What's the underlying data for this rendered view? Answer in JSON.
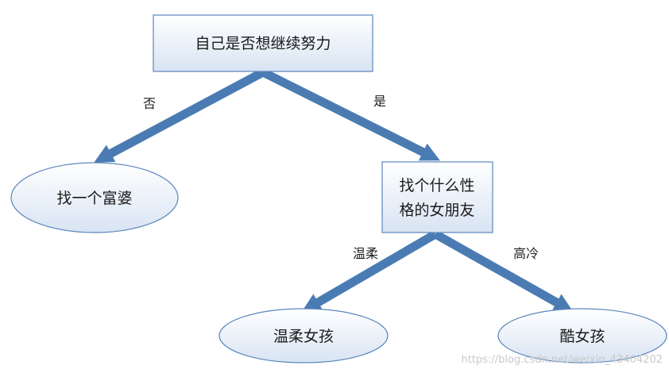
{
  "diagram": {
    "root": {
      "label": "自己是否想继续努力"
    },
    "branch_left": {
      "edge_label": "否",
      "node_label": "找一个富婆"
    },
    "branch_right": {
      "edge_label": "是",
      "node_lines": [
        "找个什么性",
        "格的女朋友"
      ],
      "children": [
        {
          "edge_label": "温柔",
          "node_label": "温柔女孩"
        },
        {
          "edge_label": "高冷",
          "node_label": "酷女孩"
        }
      ]
    }
  },
  "watermark": "https://blog.csdn.net/weixin_43404202",
  "colors": {
    "arrow": "#4a7cb3",
    "node_fill_light": "#ffffff",
    "node_fill_dark": "#d8e4f3",
    "node_border": "#5b87bd"
  }
}
